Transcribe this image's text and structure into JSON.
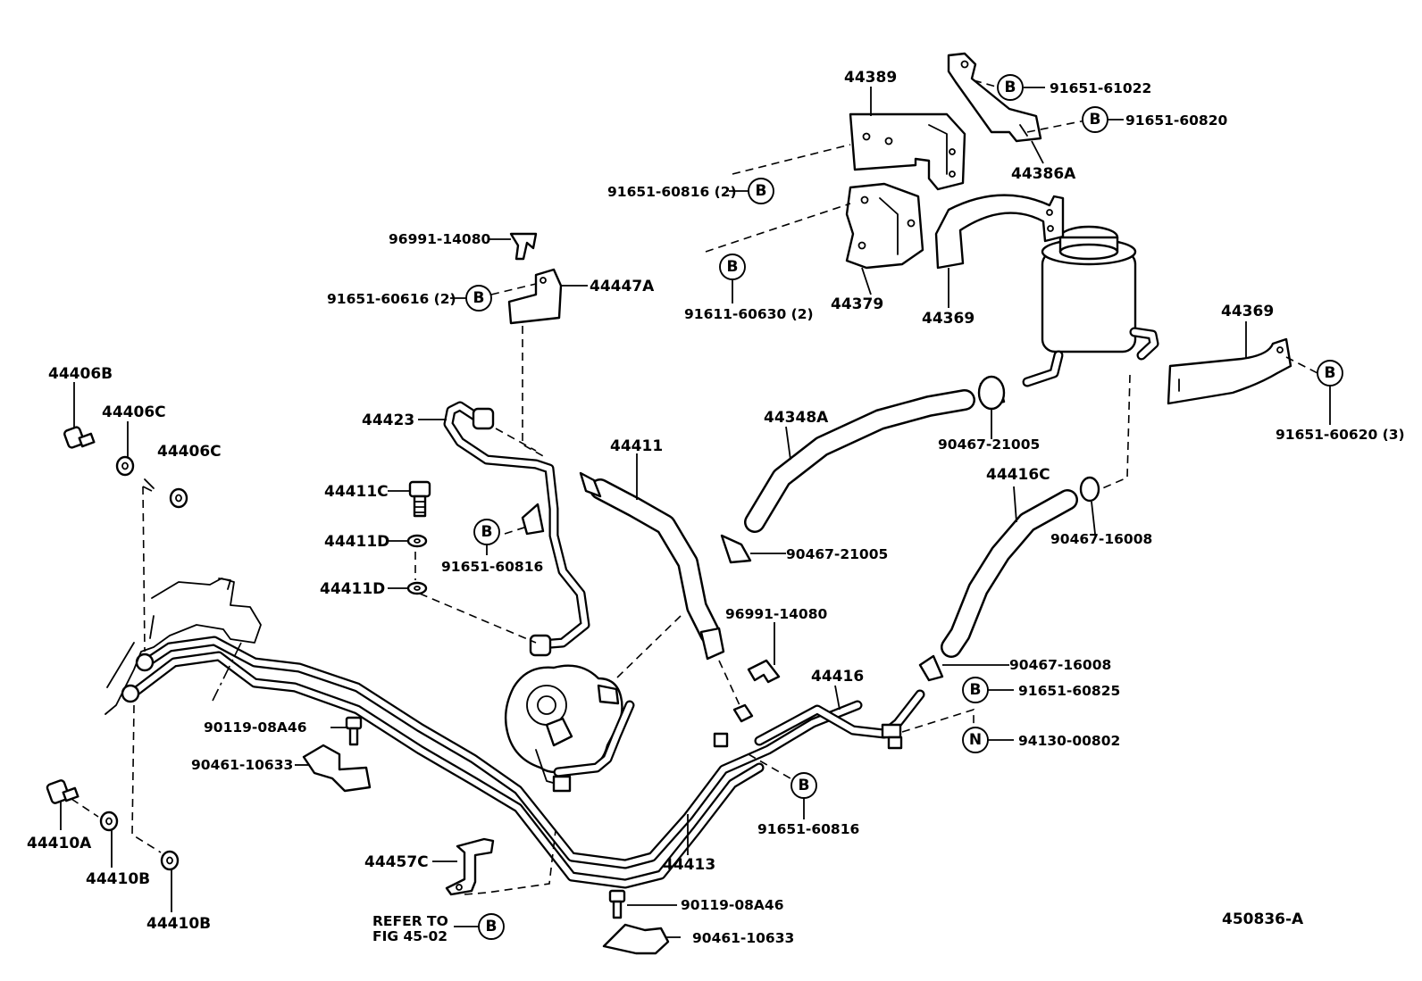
{
  "drawing_id": "450836-A",
  "parts": {
    "p44389": "44389",
    "p44386A": "44386A",
    "p44379": "44379",
    "p44369_bracket": "44369",
    "p44369_band": "44369",
    "p96991_top": "96991-14080",
    "p44447A": "44447A",
    "p44406B": "44406B",
    "p44406C_a": "44406C",
    "p44406C_b": "44406C",
    "p44423": "44423",
    "p44411": "44411",
    "p44348A": "44348A",
    "p90467_21005_a": "90467-21005",
    "p90467_21005_b": "90467-21005",
    "p44416C": "44416C",
    "p90467_16008_a": "90467-16008",
    "p90467_16008_b": "90467-16008",
    "p44411C": "44411C",
    "p44411D_a": "44411D",
    "p44411D_b": "44411D",
    "p96991_mid": "96991-14080",
    "p44416": "44416",
    "p94130": "94130-00802",
    "p90119_a": "90119-08A46",
    "p90461_a": "90461-10633",
    "p44410A": "44410A",
    "p44410B_a": "44410B",
    "p44410B_b": "44410B",
    "p44457C": "44457C",
    "p44413": "44413",
    "p90119_b": "90119-08A46",
    "p90461_b": "90461-10633"
  },
  "bolts": {
    "b1": "91651-61022",
    "b2": "91651-60820",
    "b3": "91651-60816 (2)",
    "b4": "91611-60630 (2)",
    "b5": "91651-60616 (2)",
    "b6": "91651-60620 (3)",
    "b7": "91651-60816",
    "b8": "91651-60825",
    "b9": "91651-60816"
  },
  "refer": {
    "line1": "REFER TO",
    "line2": "FIG 45-02"
  },
  "symbols": {
    "bolt": "B",
    "nut": "N"
  }
}
